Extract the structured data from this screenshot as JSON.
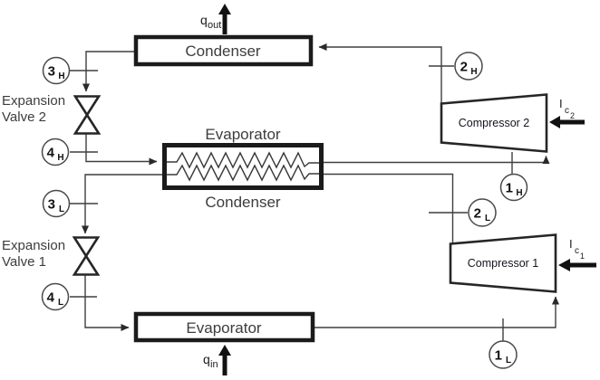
{
  "diagram": {
    "type": "cascade-refrigeration-cycle-schematic",
    "colors": {
      "background": "#ffffff",
      "pipe_line": "#3f3f3f",
      "box_border": "#1b1b1b",
      "label_text": "#3d3d3d",
      "state_text": "#111111"
    }
  },
  "heat_flows": {
    "q_out": {
      "main": "q",
      "sub": "out"
    },
    "q_in": {
      "main": "q",
      "sub": "in"
    }
  },
  "work_inputs": {
    "ic2": {
      "main": "I",
      "sub": "c",
      "subsub": "2"
    },
    "ic1": {
      "main": "I",
      "sub": "c",
      "subsub": "1"
    }
  },
  "components": {
    "condenser_top": {
      "label": "Condenser"
    },
    "cascade_hx": {
      "label_top": "Evaporator",
      "label_bottom": "Condenser"
    },
    "evaporator_bottom": {
      "label": "Evaporator"
    },
    "compressor_2": {
      "label": "Compressor 2"
    },
    "compressor_1": {
      "label": "Compressor 1"
    },
    "expansion_valve_2": {
      "label_line1": "Expansion",
      "label_line2": "Valve 2"
    },
    "expansion_valve_1": {
      "label_line1": "Expansion",
      "label_line2": "Valve 1"
    }
  },
  "state_points": {
    "p3h": {
      "main": "3",
      "sub": "H"
    },
    "p4h": {
      "main": "4",
      "sub": "H"
    },
    "p2h": {
      "main": "2",
      "sub": "H"
    },
    "p1h": {
      "main": "1",
      "sub": "H"
    },
    "p3l": {
      "main": "3",
      "sub": "L"
    },
    "p4l": {
      "main": "4",
      "sub": "L"
    },
    "p2l": {
      "main": "2",
      "sub": "L"
    },
    "p1l": {
      "main": "1",
      "sub": "L"
    }
  }
}
